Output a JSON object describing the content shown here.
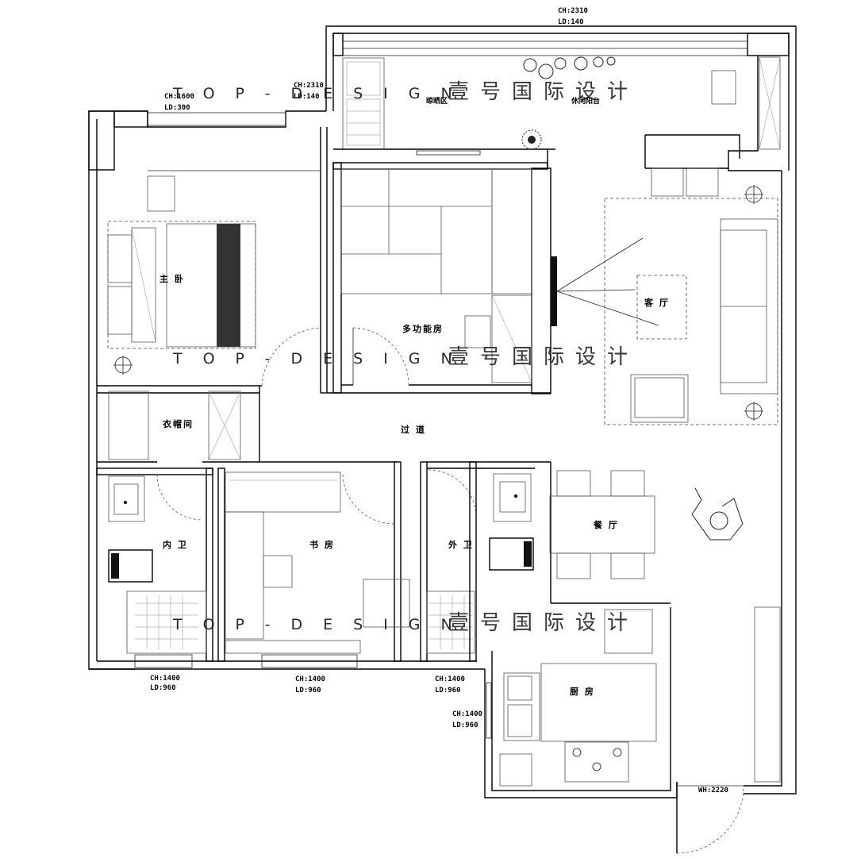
{
  "rooms": {
    "master_bedroom": "主 卧",
    "multi_function_room": "多功能房",
    "living_room": "客 厅",
    "walk_in_closet": "衣帽间",
    "hallway": "过 道",
    "inner_bathroom": "内 卫",
    "study": "书 房",
    "guest_bathroom": "外 卫",
    "dining_room": "餐 厅",
    "kitchen": "厨 房",
    "drying_area": "晾晒区",
    "leisure_balcony": "休闲阳台"
  },
  "dimensions": {
    "top_ch": "CH:2310",
    "top_ld": "LD:140",
    "balcony_left_ch": "CH:2310",
    "balcony_left_ld": "LD:140",
    "bedroom_window_ch": "CH:1600",
    "bedroom_window_ld": "LD:300",
    "inner_bath_ch": "CH:1400",
    "inner_bath_ld": "LD:960",
    "study_ch": "CH:1400",
    "study_ld": "LD:960",
    "guest_bath_ch": "CH:1400",
    "guest_bath_ld": "LD:960",
    "kitchen_ch": "CH:1400",
    "kitchen_ld": "LD:960",
    "entry_wh": "WH:2220"
  },
  "watermark": {
    "latin": "TOP-DESIGN",
    "chinese": "壹号国际设计"
  }
}
